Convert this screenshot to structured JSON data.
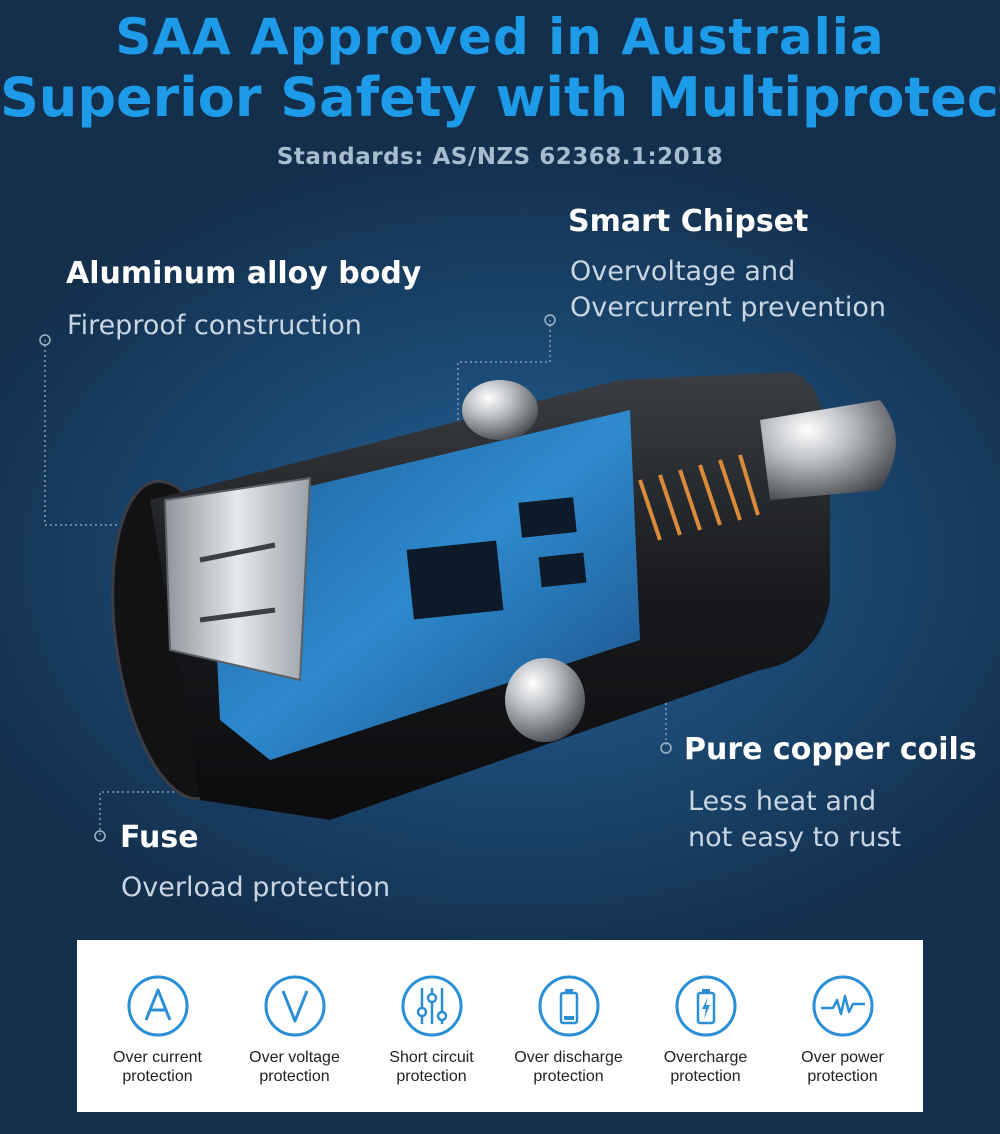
{
  "header": {
    "line1": "SAA Approved in Australia",
    "line2": "Superior Safety with Multiprotect",
    "standards": "Standards: AS/NZS 62368.1:2018"
  },
  "callouts": {
    "chipset": {
      "title": "Smart Chipset",
      "desc1": "Overvoltage and",
      "desc2": "Overcurrent prevention"
    },
    "body": {
      "title": "Aluminum alloy body",
      "desc1": "Fireproof construction"
    },
    "coils": {
      "title": "Pure copper coils",
      "desc1": "Less heat and",
      "desc2": "not easy to rust"
    },
    "fuse": {
      "title": "Fuse",
      "desc1": "Overload protection"
    }
  },
  "features": [
    {
      "icon": "letter-a-icon",
      "line1": "Over current",
      "line2": "protection"
    },
    {
      "icon": "letter-v-icon",
      "line1": "Over voltage",
      "line2": "protection"
    },
    {
      "icon": "sliders-icon",
      "line1": "Short circuit",
      "line2": "protection"
    },
    {
      "icon": "empty-battery-icon",
      "line1": "Over discharge",
      "line2": "protection"
    },
    {
      "icon": "charging-battery-icon",
      "line1": "Overcharge",
      "line2": "protection"
    },
    {
      "icon": "power-pulse-icon",
      "line1": "Over power",
      "line2": "protection"
    }
  ],
  "colors": {
    "accent": "#1e9be8",
    "background": "#1d4d79",
    "icon_blue": "#2b8fd6"
  }
}
